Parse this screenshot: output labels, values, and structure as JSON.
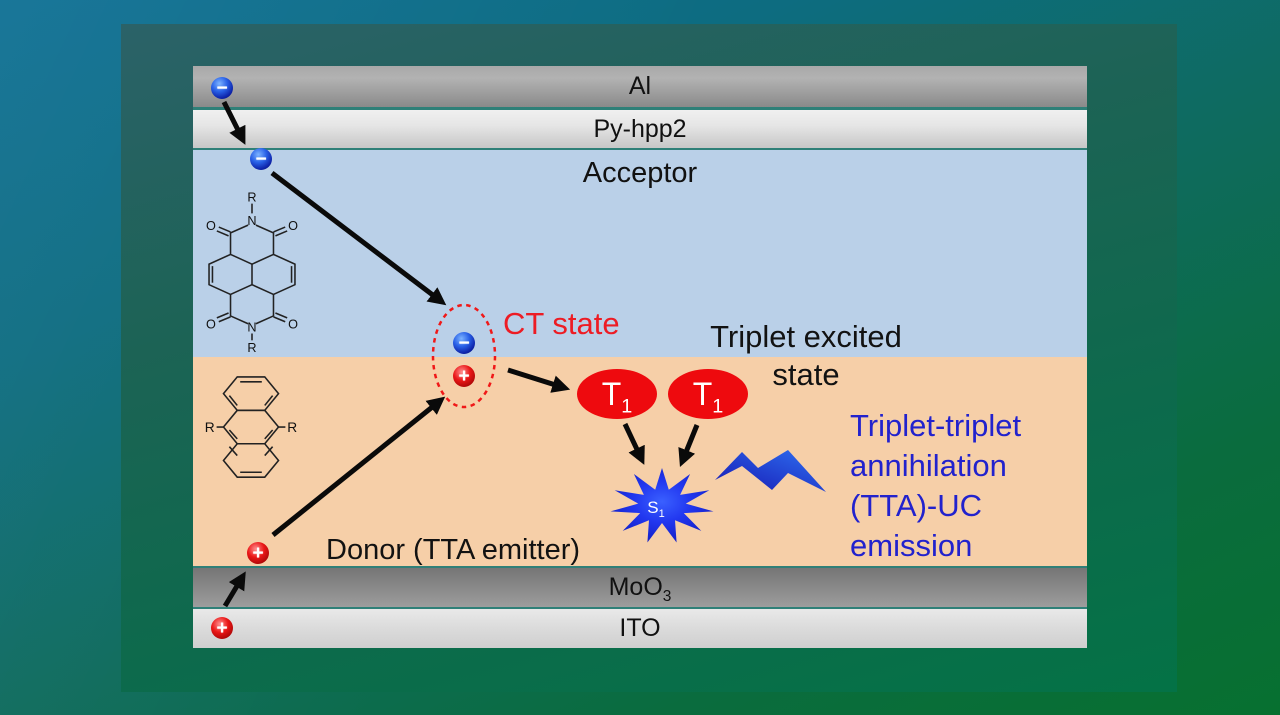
{
  "figure": {
    "stack": {
      "al": "Al",
      "py_hpp2": "Py-hpp2",
      "acceptor": "Acceptor",
      "donor": "Donor (TTA emitter)",
      "moo3": {
        "base": "MoO",
        "sub": "3"
      },
      "ito": "ITO"
    },
    "annotations": {
      "ct_state": "CT state",
      "triplet_excited": {
        "line1": "Triplet excited",
        "line2": "state"
      },
      "t1": {
        "base": "T",
        "sub": "1"
      },
      "s1": {
        "base": "S",
        "sub": "1"
      },
      "tta_emission": {
        "line1": "Triplet-triplet",
        "line2": "annihilation",
        "line3": "(TTA)-UC",
        "line4": "emission"
      }
    },
    "molecules": {
      "ndi": {
        "r": "R",
        "n": "N",
        "o": "O"
      },
      "anthracene": {
        "r": "R"
      }
    },
    "carriers": {
      "electron_symbol": "−",
      "hole_symbol": "+"
    },
    "colors": {
      "ct_label_red": "#ed1c24",
      "t1_red": "#ee0a0e",
      "tta_text_blue": "#2222cd",
      "acceptor_bg": "#bad0e8",
      "donor_bg": "#f6cfa8",
      "electron_blue": "#1d3ed0",
      "hole_red": "#d11212",
      "s1_star_blue": "#2233e0",
      "inner_bg_green": "#0d6a4c"
    }
  }
}
